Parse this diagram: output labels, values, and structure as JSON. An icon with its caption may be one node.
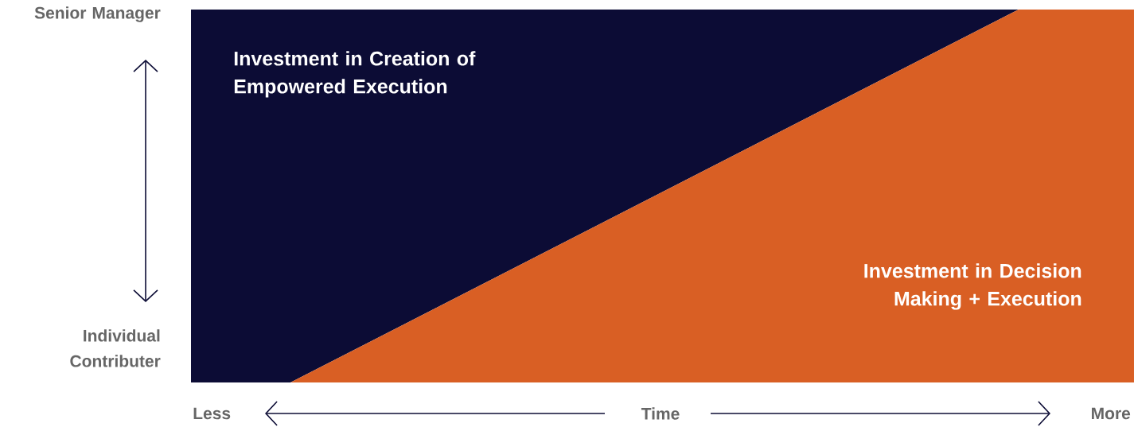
{
  "diagram": {
    "nodes": [
      {
        "text": [
          "Investment in Creation of Empowered Execution"
        ]
      },
      {
        "text": [
          "Investment in Decision Making + Execution"
        ]
      }
    ],
    "labels": [
      "Senior Manager",
      "Individual Contributer",
      "Less",
      "Time",
      "More"
    ]
  }
}
